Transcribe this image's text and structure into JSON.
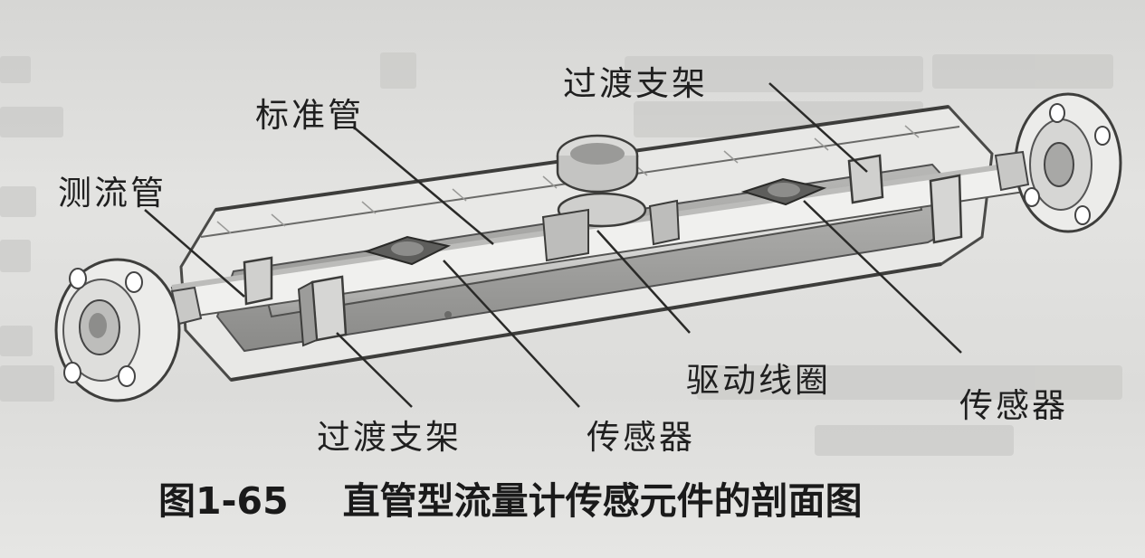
{
  "labels": {
    "flow_tube": "测流管",
    "reference_tube": "标准管",
    "transition_bracket_top": "过渡支架",
    "transition_bracket_bottom": "过渡支架",
    "sensor_bottom": "传感器",
    "drive_coil": "驱动线圈",
    "sensor_right": "传感器"
  },
  "caption": {
    "figure_number": "图1-65",
    "title": "直管型流量计传感元件的剖面图"
  }
}
